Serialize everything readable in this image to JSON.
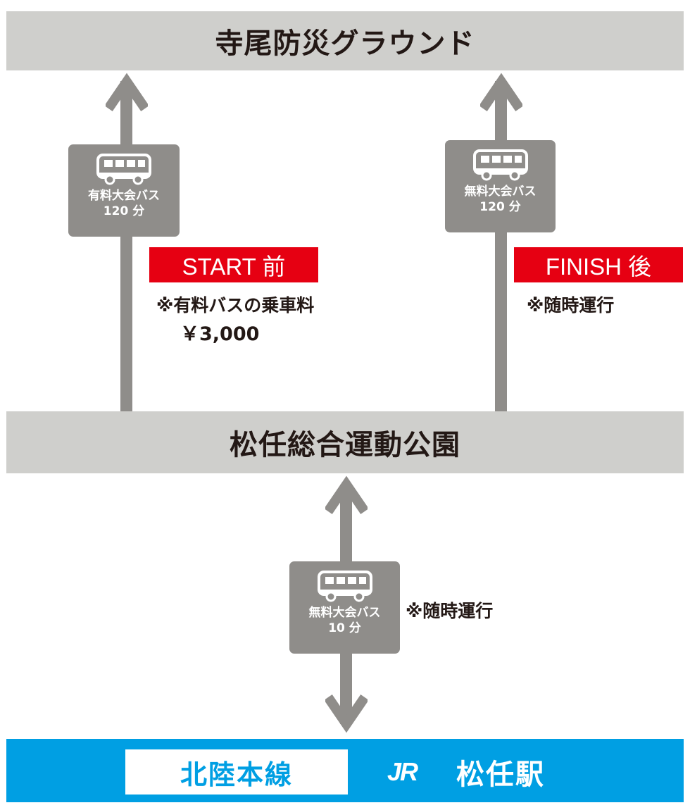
{
  "top_destination": "寺尾防災グラウンド",
  "middle_hub": "松任総合運動公園",
  "routes": {
    "paid_bus": {
      "label": "有料大会バス",
      "duration": "120 分",
      "tag": "START 前",
      "note_line1": "※有料バスの乗車料",
      "note_line2": "￥3,000"
    },
    "free_bus_top": {
      "label": "無料大会バス",
      "duration": "120 分",
      "tag": "FINISH 後",
      "note": "※随時運行"
    },
    "free_bus_bottom": {
      "label": "無料大会バス",
      "duration": "10 分",
      "note": "※随時運行"
    }
  },
  "station": {
    "line_name": "北陸本線",
    "logo": "JR",
    "name": "松任駅"
  },
  "colors": {
    "gray_bar": "#cfcfcc",
    "arrow": "#8f8d8a",
    "red": "#e60012",
    "blue": "#009fe3"
  }
}
